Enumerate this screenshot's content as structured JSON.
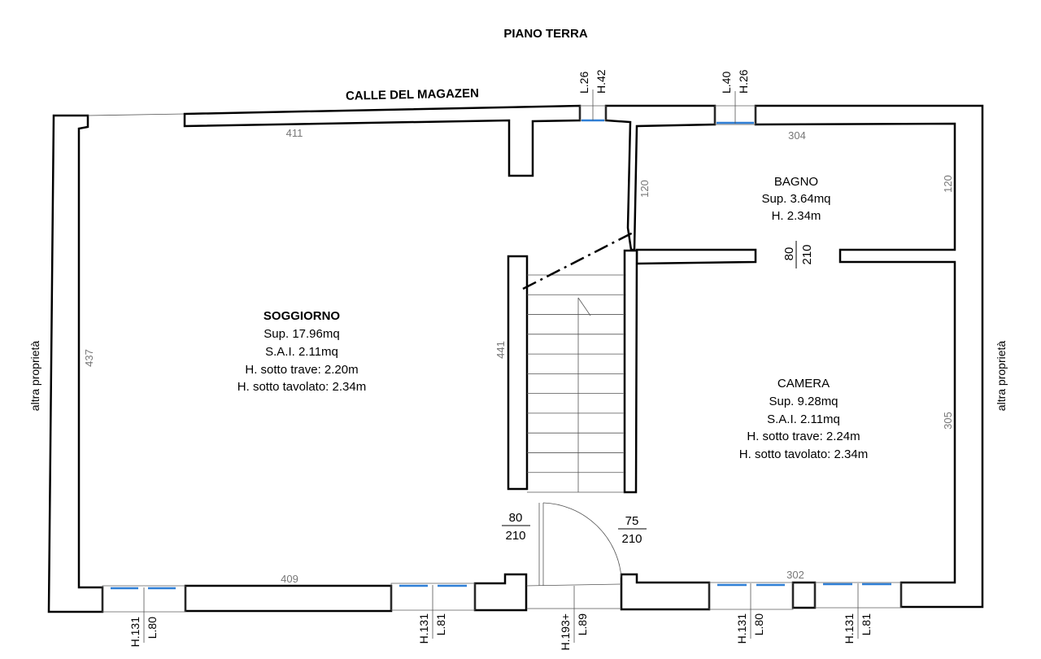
{
  "title": "PIANO TERRA",
  "street": "CALLE DEL MAGAZEN",
  "neighbor_left": "altra proprietà",
  "neighbor_right": "altra proprietà",
  "rooms": {
    "soggiorno": {
      "name": "SOGGIORNO",
      "sup": "Sup. 17.96mq",
      "sai": "S.A.I. 2.11mq",
      "h_trave": "H. sotto trave: 2.20m",
      "h_tavolato": "H. sotto tavolato: 2.34m"
    },
    "bagno": {
      "name": "BAGNO",
      "sup": "Sup. 3.64mq",
      "h": "H. 2.34m"
    },
    "camera": {
      "name": "CAMERA",
      "sup": "Sup. 9.28mq",
      "sai": "S.A.I. 2.11mq",
      "h_trave": "H. sotto trave: 2.24m",
      "h_tavolato": "H. sotto tavolato: 2.34m"
    }
  },
  "dimensions": {
    "top_left": "411",
    "top_right": "304",
    "bottom_left": "409",
    "bottom_right": "302",
    "left": "437",
    "stair": "441",
    "bagno_left": "120",
    "bagno_right": "120",
    "camera_right": "305"
  },
  "doors": {
    "bagno_w": "80",
    "bagno_h": "210",
    "soggiorno_w": "80",
    "soggiorno_h": "210",
    "entrance_w": "75",
    "entrance_h": "210"
  },
  "windows": {
    "top1_l": "L.26",
    "top1_h": "H.42",
    "top2_l": "L.40",
    "top2_h": "H.26",
    "b1_l": "L.80",
    "b1_h": "H.131",
    "b2_l": "L.81",
    "b2_h": "H.131",
    "b3_l": "L.89",
    "b3_h": "H.193+",
    "b4_l": "L.80",
    "b4_h": "H.131",
    "b5_l": "L.81",
    "b5_h": "H.131"
  }
}
